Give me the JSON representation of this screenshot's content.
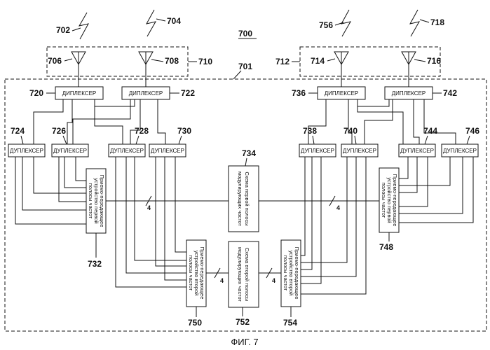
{
  "title_ref": "700",
  "device_ref": "701",
  "figure_caption": "ФИГ. 7",
  "antenna_groups": {
    "left_ref": "710",
    "right_ref": "712"
  },
  "signals": {
    "s702": "702",
    "s704": "704",
    "s756": "756",
    "s718": "718"
  },
  "antennas": {
    "a706": "706",
    "a708": "708",
    "a714": "714",
    "a716": "716"
  },
  "diplexers": {
    "label": "ДИПЛЕКСЕР",
    "d720": "720",
    "d722": "722",
    "d736": "736",
    "d742": "742"
  },
  "duplexers": {
    "label": "ДУПЛЕКСЕР",
    "u724": "724",
    "u726": "726",
    "u728": "728",
    "u730": "730",
    "u738": "738",
    "u740": "740",
    "u744": "744",
    "u746": "746"
  },
  "transceivers": {
    "t732": {
      "ref": "732",
      "line1": "Приемо-передающее",
      "line2": "устройство первой",
      "line3": "полосы частот"
    },
    "t748": {
      "ref": "748",
      "line1": "Приемо-передающее",
      "line2": "устройство первой",
      "line3": "полосы частот"
    },
    "t750": {
      "ref": "750",
      "line1": "Приемо-передающее",
      "line2": "устройство второй",
      "line3": "полосы частот"
    },
    "t754": {
      "ref": "754",
      "line1": "Приемо-передающее",
      "line2": "устройство второй",
      "line3": "полосы частот"
    }
  },
  "modems": {
    "m734": {
      "ref": "734",
      "line1": "Схема первой полосы",
      "line2": "модулирующих частот"
    },
    "m752": {
      "ref": "752",
      "line1": "Схема второй полосы",
      "line2": "модулирующих частот"
    }
  },
  "bus_width": "4"
}
